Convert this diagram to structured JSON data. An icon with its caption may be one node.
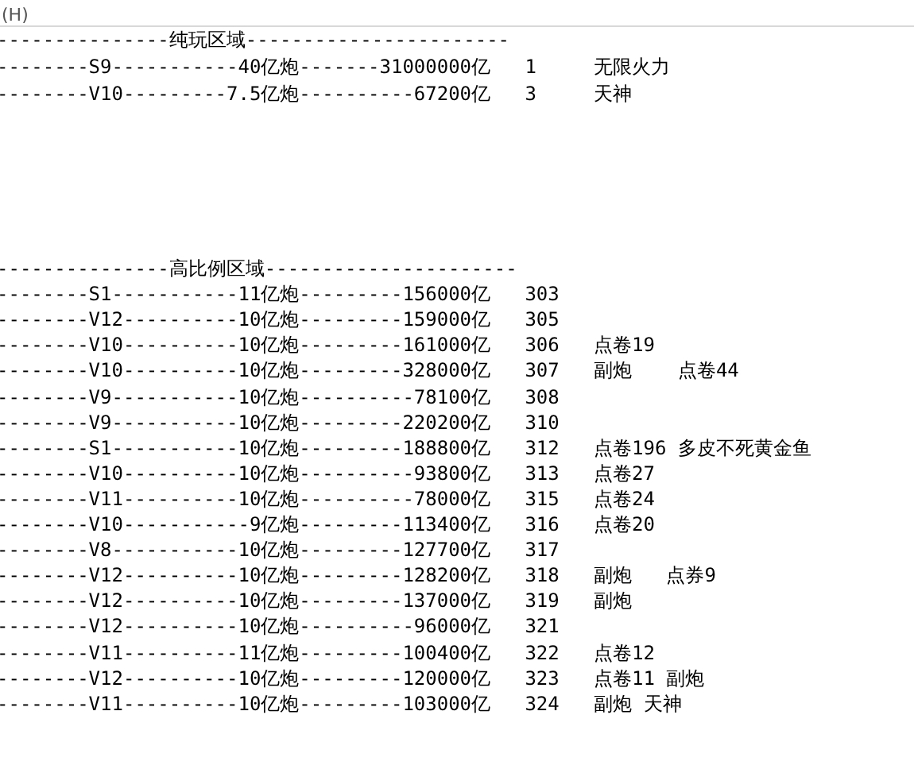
{
  "diagram": {
    "labels": [
      "(H)",
      "---------------纯玩区域-----------------------",
      "--------S9-----------40亿炮-------31000000亿   1     无限火力",
      "--------V10---------7.5亿炮----------67200亿   3     天神",
      "---------------高比例区域----------------------",
      "--------S1-----------11亿炮---------156000亿   303",
      "--------V12----------10亿炮---------159000亿   305",
      "--------V10----------10亿炮---------161000亿   306   点卷19",
      "--------V10----------10亿炮---------328000亿   307   副炮    点卷44",
      "--------V9-----------10亿炮----------78100亿   308",
      "--------V9-----------10亿炮---------220200亿   310",
      "--------S1-----------10亿炮---------188800亿   312   点卷196 多皮不死黄金鱼",
      "--------V10----------10亿炮----------93800亿   313   点卷27",
      "--------V11----------10亿炮----------78000亿   315   点卷24",
      "--------V10-----------9亿炮---------113400亿   316   点卷20",
      "--------V8-----------10亿炮---------127700亿   317",
      "--------V12----------10亿炮---------128200亿   318   副炮   点券9",
      "--------V12----------10亿炮---------137000亿   319   副炮",
      "--------V12----------10亿炮----------96000亿   321",
      "--------V11----------11亿炮---------100400亿   322   点卷12",
      "--------V12----------10亿炮---------120000亿   323   点卷11 副炮",
      "--------V11----------10亿炮---------103000亿   324   副炮 天神"
    ]
  }
}
